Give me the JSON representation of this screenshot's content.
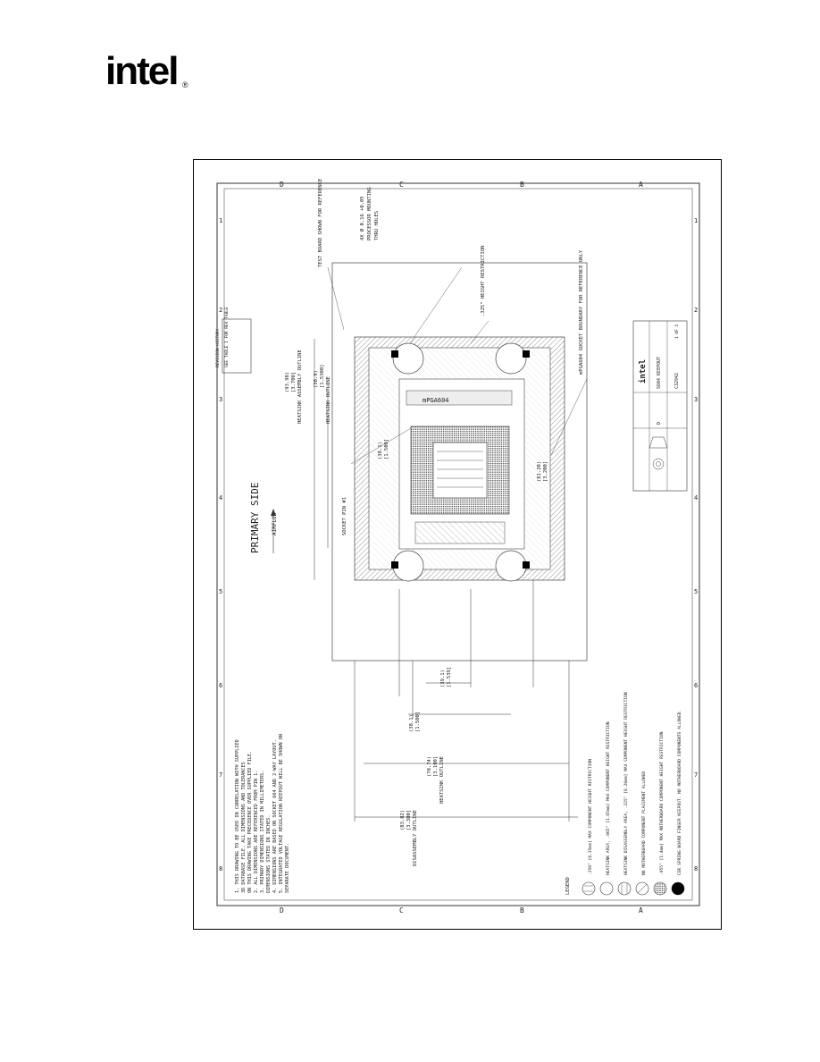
{
  "logo": {
    "text": "intel",
    "registered": "®"
  },
  "drawing": {
    "zone_letters": [
      "D",
      "C",
      "B",
      "A"
    ],
    "zone_numbers": [
      "1",
      "2",
      "3",
      "4",
      "5",
      "6",
      "7",
      "8"
    ],
    "primary_side": "PRIMARY SIDE",
    "airflow": "AIRFLOW",
    "component_label": "mPGA604",
    "test_board_note": "TEST BOARD SHOWN FOR REFERENCE",
    "mounting_holes": [
      "4X Ø 0.16 +0.05",
      "PROCESSOR MOUNTING",
      "THRU HOLES"
    ],
    "height_restriction": ".325\" HEIGHT RESTRICTION",
    "socket_boundary": "mPGA604 SOCKET BOUNDARY FOR REFERENCE ONLY",
    "socket_pin": "SOCKET PIN #1",
    "heatsink_assembly": [
      "(93.98)",
      "[3.700]",
      "HEATSINK ASSEMBLY OUTLINE"
    ],
    "heatsink_outline_1": [
      "(38.9)",
      "[1.5300]",
      "HEATSINK OUTLINE"
    ],
    "dim_small": [
      "(38.1)",
      "[1.500]"
    ],
    "dim_mid": [
      "(39.1)",
      "[1.539]"
    ],
    "dim_wide": [
      "(78.74)",
      "[3.100]",
      "HEATSINK OUTLINE"
    ],
    "dim_outer": [
      "(83.82)",
      "[3.300]",
      "DISASSEMBLY OUTLINE"
    ],
    "dim_right": [
      "(81.28)",
      "[3.200]"
    ],
    "notes": [
      "1.  THIS DRAWING TO BE USED IN CORRELATION WITH SUPPLIED",
      "    3D DATABASE FILE. ALL DIMENSIONS AND TOLERANCES",
      "    ON THIS DRAWING TAKE PRECEDENCE OVER SUPPLIED FILE.",
      "2.  ALL DIMENSIONS ARE REFERENCED FROM PIN 1.",
      "3.  PRIMARY DIMENSIONS STATED IN MILLIMETERS.",
      "    DIMENSIONS STATED IN INCHES.",
      "4.  DIMENSIONS ARE BASED ON SOCKET 604 AND 2-WAY LAYOUT.",
      "5.  INTEGRATED VOLTAGE REGULATION KEEPOUT WILL BE SHOWN ON",
      "    SEPARATE DOCUMENT."
    ],
    "legend_title": "LEGEND",
    "legend": [
      ".250\" [6.35mm] MAX COMPONENT HEIGHT RESTRICTION",
      "HEATSINK AREA, .065\" [1.65mm] MAX COMPONENT HEIGHT RESTRICTION",
      "HEATSINK DISASSEMBLY AREA, .325\" [8.26mm] MAX COMPONENT HEIGHT RESTRICTION",
      "NO MOTHERBOARD COMPONENT PLACEMENT ALLOWED",
      ".055\" [1.4mm] MAX MOTHERBOARD COMPONENT HEIGHT RESTRICTION",
      "CEK SPRING BOARD FINGER KEEPOUT. NO MOTHERBOARD COMPONENTS ALLOWED."
    ],
    "title_block": {
      "title": "S604 KEEPOUT",
      "company": "intel",
      "doc_number": "C32942",
      "sheet": "1 OF 5",
      "size": "D",
      "revision_history": "REVISION HISTORY",
      "see_table": "SEE TABLE 1 FOR REV TABLE"
    }
  }
}
